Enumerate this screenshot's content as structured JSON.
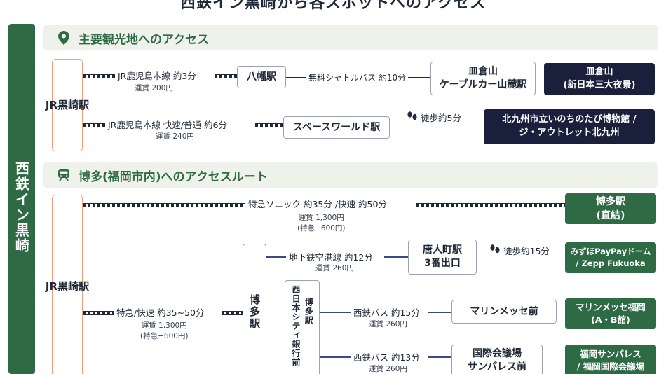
{
  "title": "西鉄イン黒崎から各スポットへのアクセス",
  "hotel": "西鉄イン黒崎",
  "sections": {
    "tourism": "主要観光地へのアクセス",
    "hakata": "博多(福岡市内)へのアクセスルート"
  },
  "stations": {
    "jr_kurosaki": "JR\n黒\n崎\n駅",
    "yahata": "八幡駅",
    "space_world": "スペースワールド駅",
    "sarakura_station": "皿倉山\nケーブルカー山麓駅",
    "hakata": "博多駅",
    "tojinmachi": "唐人町駅\n3番出口",
    "city_bank": "西日本シティ銀行前",
    "hakata_ekimae": "博多駅",
    "marine_messe_mae": "マリンメッセ前",
    "kokusai_kaigijo": "国際会議場\nサンパレス前"
  },
  "destinations": {
    "sarakura": "皿倉山\n(新日本三大夜景)",
    "museum": "北九州市立いのちのたび博物館 /\nジ・アウトレット北九州",
    "hakata_station": "博多駅\n(直結)",
    "paypay": "みずほPayPayドーム\n/ Zepp Fukuoka",
    "marine_messe": "マリンメッセ福岡\n(A・B館)",
    "sunpalace": "福岡サンパレス\n/ 福岡国際会議場"
  },
  "routes": {
    "r1_line": "JR鹿児島本線 約3分",
    "r1_fare": "運賃 200円",
    "r1_bus": "無料シャトルバス 約10分",
    "r2_line": "JR鹿児島本線 快速/普通 約6分",
    "r2_fare": "運賃 240円",
    "r2_walk": "徒歩約5分",
    "h1_line": "特急ソニック 約35分 /快速 約50分",
    "h1_fare": "運賃 1,300円\n(特急+600円)",
    "h2_line": "特急/快速 約35~50分",
    "h2_fare": "運賃 1,300円\n(特急+600円)",
    "subway": "地下鉄空港線 約12分",
    "subway_fare": "運賃 260円",
    "walk15": "徒歩約15分",
    "bus15": "西鉄バス 約15分",
    "bus15_fare": "運賃 260円",
    "bus13": "西鉄バス 約13分",
    "bus13_fare": "運賃 260円"
  },
  "colors": {
    "green": "#2e6b45",
    "navy": "#1a1f3c",
    "orange_border": "#f0a07a",
    "section_bg": "#eef2ea"
  },
  "icons": {
    "tourism": "map-pin-icon",
    "hakata": "train-icon",
    "walk": "footprints-icon"
  }
}
